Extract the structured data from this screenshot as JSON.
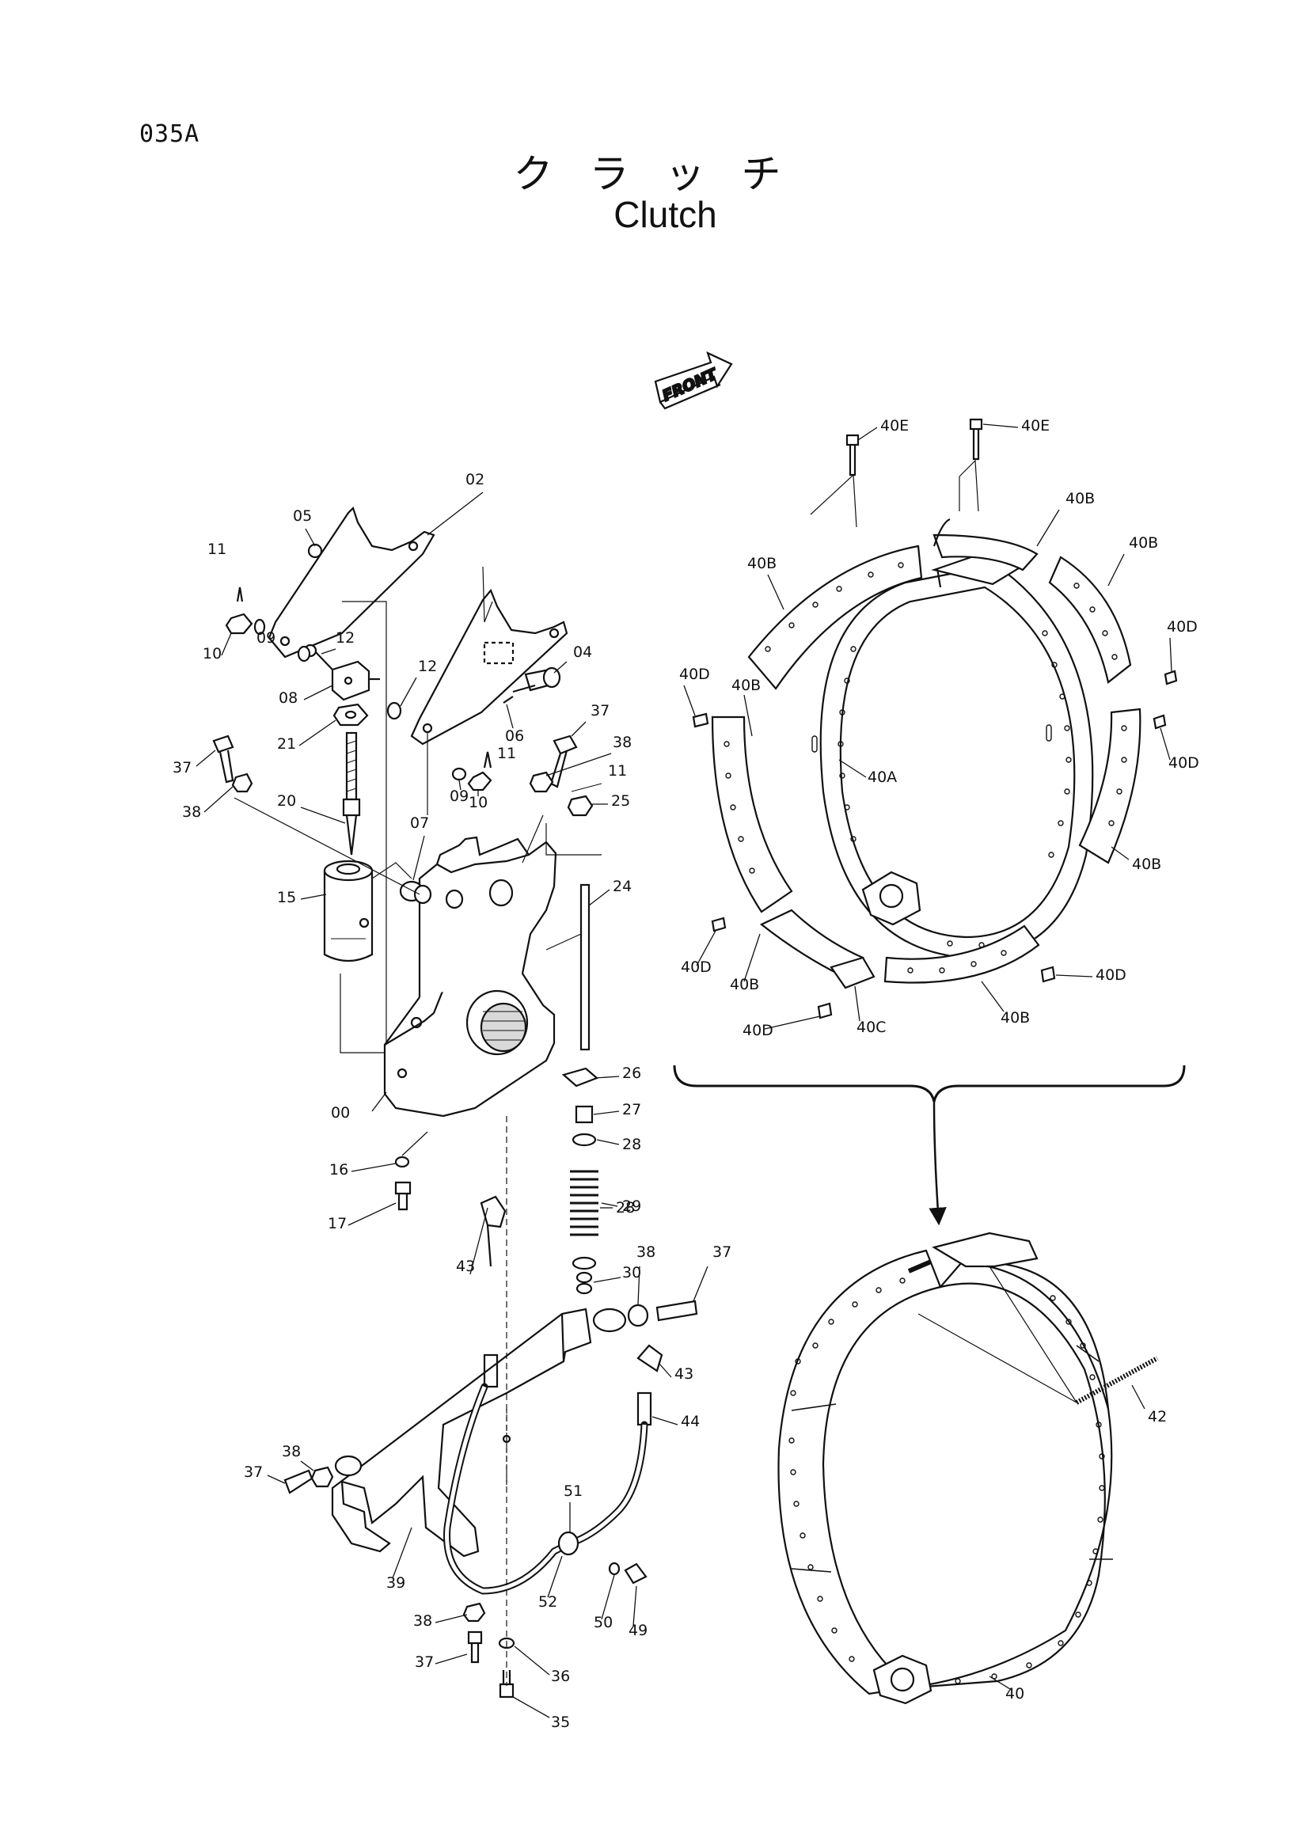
{
  "header": {
    "page_code": "035A",
    "title_jp": "クラッチ",
    "title_en": "Clutch"
  },
  "direction_marker": "FRONT",
  "labels": [
    "00",
    "02",
    "04",
    "05",
    "06",
    "07",
    "08",
    "09",
    "09",
    "10",
    "10",
    "11",
    "11",
    "11",
    "12",
    "12",
    "15",
    "16",
    "17",
    "20",
    "21",
    "24",
    "25",
    "26",
    "27",
    "28",
    "28",
    "29",
    "30",
    "35",
    "36",
    "37",
    "37",
    "37",
    "37",
    "37",
    "38",
    "38",
    "38",
    "38",
    "38",
    "39",
    "40",
    "40A",
    "40B",
    "40B",
    "40B",
    "40B",
    "40B",
    "40B",
    "40B",
    "40C",
    "40D",
    "40D",
    "40D",
    "40D",
    "40D",
    "40D",
    "40E",
    "40E",
    "42",
    "43",
    "43",
    "44",
    "49",
    "50",
    "51",
    "52"
  ],
  "colors": {
    "ink": "#111111",
    "paper": "#ffffff",
    "shade": "#d9d9d9"
  }
}
